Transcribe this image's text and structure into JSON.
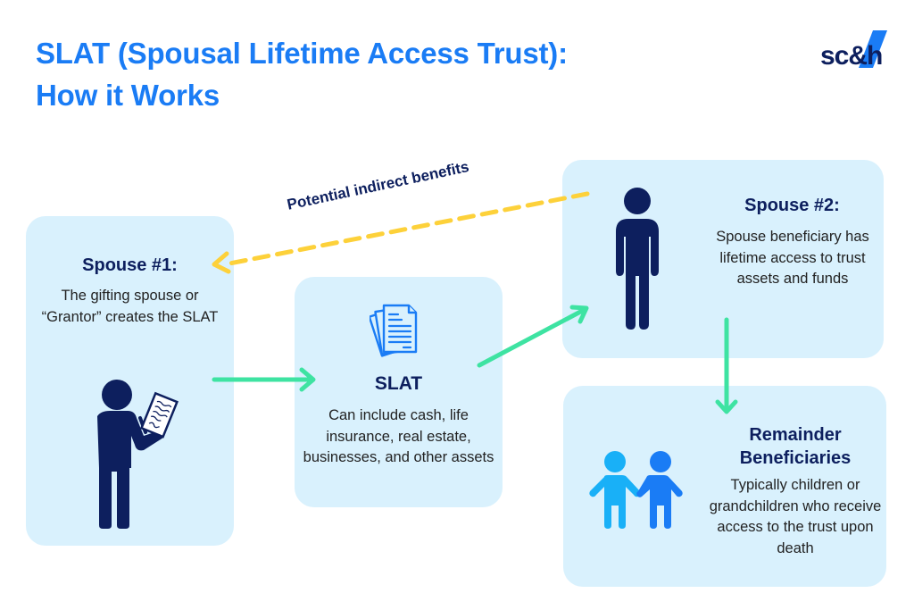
{
  "header": {
    "title_line1": "SLAT (Spousal Lifetime Access Trust):",
    "title_line2": "How it Works",
    "logo_text": "sc&h",
    "logo_icon": "sch-logo-icon"
  },
  "colors": {
    "title_blue": "#1a7cf5",
    "navy": "#0d1f5e",
    "card_bg": "#d9f1fd",
    "arrow_green": "#3ee3a2",
    "arrow_yellow": "#fdd13a",
    "doc_blue": "#1a7cf5",
    "child_light": "#19b0f7",
    "child_dark": "#1a7cf5"
  },
  "cards": {
    "spouse1": {
      "heading": "Spouse #1:",
      "body": "The gifting spouse or “Grantor” creates the SLAT",
      "icon": "person-writing-icon"
    },
    "slat": {
      "heading": "SLAT",
      "body": "Can include cash, life insurance, real estate, businesses, and other assets",
      "icon": "documents-icon"
    },
    "spouse2": {
      "heading": "Spouse #2:",
      "body": "Spouse beneficiary has lifetime access to trust assets and funds",
      "icon": "person-standing-icon"
    },
    "remainder": {
      "heading": "Remainder Beneficiaries",
      "body": "Typically children or grandchildren who receive access to the trust upon death",
      "icon": "children-icon"
    }
  },
  "connectors": {
    "indirect_label": "Potential indirect benefits",
    "items": [
      {
        "from": "spouse2",
        "to": "spouse1",
        "style": "dashed",
        "color": "yellow"
      },
      {
        "from": "spouse1",
        "to": "slat",
        "style": "solid",
        "color": "green"
      },
      {
        "from": "slat",
        "to": "spouse2",
        "style": "solid",
        "color": "green"
      },
      {
        "from": "spouse2",
        "to": "remainder",
        "style": "solid",
        "color": "green"
      }
    ]
  }
}
